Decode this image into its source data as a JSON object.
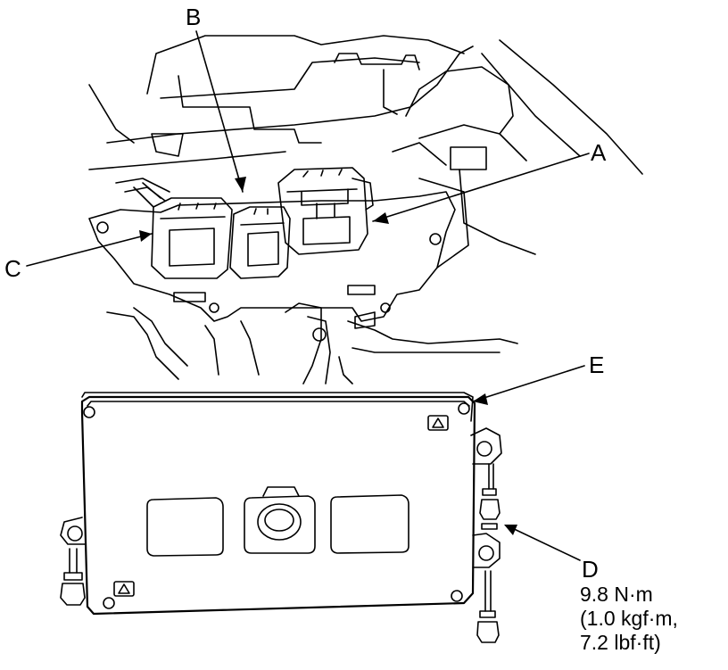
{
  "callouts": {
    "a": "A",
    "b": "B",
    "c": "C",
    "d": "D",
    "e": "E"
  },
  "torque": {
    "line1": "9.8 N·m",
    "line2": "(1.0 kgf·m,",
    "line3": "7.2 lbf·ft)"
  },
  "colors": {
    "ink": "#000000",
    "paper": "#ffffff"
  }
}
